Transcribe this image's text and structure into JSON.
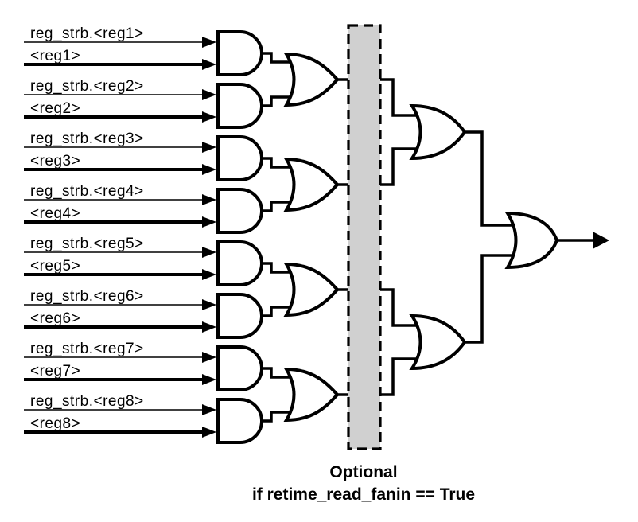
{
  "diagram": {
    "inputs": [
      {
        "strb": "reg_strb.<reg1>",
        "value": "<reg1>"
      },
      {
        "strb": "reg_strb.<reg2>",
        "value": "<reg2>"
      },
      {
        "strb": "reg_strb.<reg3>",
        "value": "<reg3>"
      },
      {
        "strb": "reg_strb.<reg4>",
        "value": "<reg4>"
      },
      {
        "strb": "reg_strb.<reg5>",
        "value": "<reg5>"
      },
      {
        "strb": "reg_strb.<reg6>",
        "value": "<reg6>"
      },
      {
        "strb": "reg_strb.<reg7>",
        "value": "<reg7>"
      },
      {
        "strb": "reg_strb.<reg8>",
        "value": "<reg8>"
      }
    ],
    "caption": {
      "line1": "Optional",
      "line2": "if retime_read_fanin == True"
    },
    "colors": {
      "wire": "#000000",
      "gate_fill": "#ffffff",
      "register_fill": "#d0d0d0",
      "background": "#ffffff"
    }
  }
}
